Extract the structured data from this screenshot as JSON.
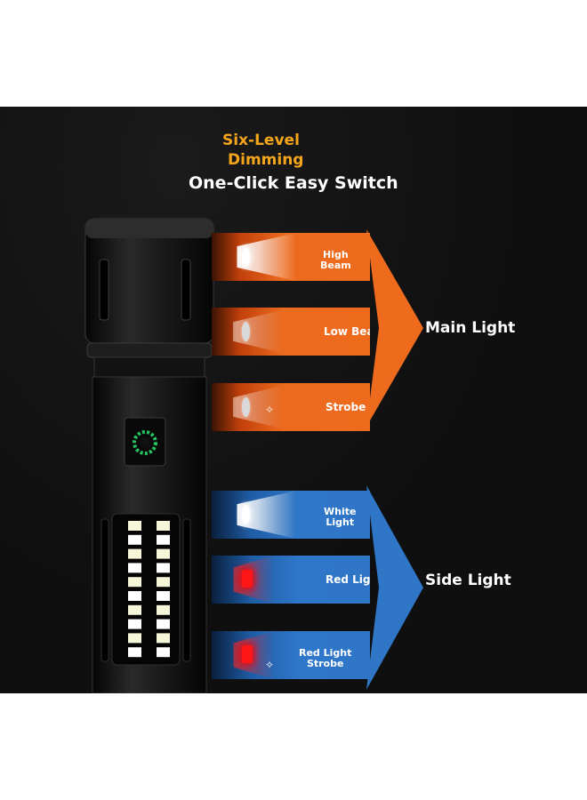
{
  "headline": {
    "line1": "Six-Level",
    "line2": "Dimming",
    "subtitle": "One-Click Easy Switch"
  },
  "groups": [
    {
      "label": "Main Light",
      "color": "#ee6b1e",
      "modes": [
        {
          "label_lines": [
            "High",
            "Beam"
          ],
          "icon": "white-beam-icon"
        },
        {
          "label_lines": [
            "Low Beam"
          ],
          "icon": "dim-beam-icon"
        },
        {
          "label_lines": [
            "Strobe"
          ],
          "icon": "strobe-beam-icon"
        }
      ]
    },
    {
      "label": "Side Light",
      "color": "#2f76c7",
      "modes": [
        {
          "label_lines": [
            "White",
            "Light"
          ],
          "icon": "white-side-light-icon"
        },
        {
          "label_lines": [
            "Red Light"
          ],
          "icon": "red-light-icon"
        },
        {
          "label_lines": [
            "Red Light",
            "Strobe"
          ],
          "icon": "red-strobe-icon"
        }
      ]
    }
  ],
  "colors": {
    "title_accent": "#f4a51c",
    "background": "#0f0f10",
    "button_ring": "#22c55e"
  }
}
